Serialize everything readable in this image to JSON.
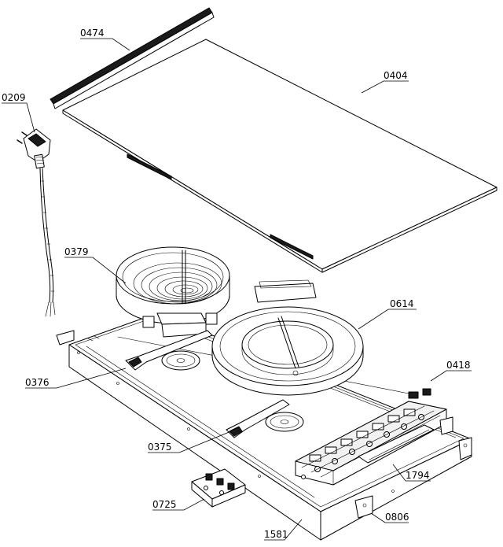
{
  "diagram": {
    "colors": {
      "line": "#000000",
      "background": "#ffffff",
      "fill_light": "#f2f2f2"
    },
    "parts": [
      {
        "id": "p0474",
        "number": "0474",
        "component": "seal-strip"
      },
      {
        "id": "p0404",
        "number": "0404",
        "component": "glass-ceramic-top"
      },
      {
        "id": "p0209",
        "number": "0209",
        "component": "power-cord"
      },
      {
        "id": "p0379",
        "number": "0379",
        "component": "radiant-heater"
      },
      {
        "id": "p0614",
        "number": "0614",
        "component": "dual-radiant-heater"
      },
      {
        "id": "p0418",
        "number": "0418",
        "component": "control-board"
      },
      {
        "id": "p0376",
        "number": "0376",
        "component": "knob-bracket-left"
      },
      {
        "id": "p0375",
        "number": "0375",
        "component": "knob-bracket-right"
      },
      {
        "id": "p1794",
        "number": "1794",
        "component": "terminal-block-rail"
      },
      {
        "id": "p0725",
        "number": "0725",
        "component": "terminal-block"
      },
      {
        "id": "p1581",
        "number": "1581",
        "component": "housing"
      },
      {
        "id": "p0806",
        "number": "0806",
        "component": "mounting-clip"
      }
    ]
  }
}
